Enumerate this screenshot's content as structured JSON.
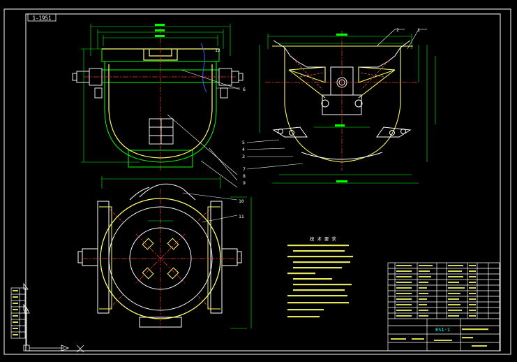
{
  "drawing": {
    "stamp": "1-1951",
    "scale_x": "X",
    "colors": {
      "background": "#000000",
      "outline": "#ffffff",
      "part": "#ffff66",
      "dimension": "#00ff00",
      "centerline": "#ff3333",
      "leader": "#00ffff",
      "hidden": "#3366ff"
    }
  },
  "balloons": {
    "right_top": [
      "2",
      "1"
    ],
    "right_side": [
      "5",
      "4",
      "3"
    ],
    "left_side": [
      "6",
      "7",
      "8",
      "9",
      "10"
    ],
    "left_top": [
      "12",
      "11"
    ]
  },
  "notes": {
    "title": "技 术 要 求"
  },
  "title_block": {
    "part_code": "ES1-1"
  },
  "left_panel": {
    "cells": [
      "1",
      "2",
      "3",
      "4",
      "5",
      "6",
      "7",
      "8"
    ]
  }
}
